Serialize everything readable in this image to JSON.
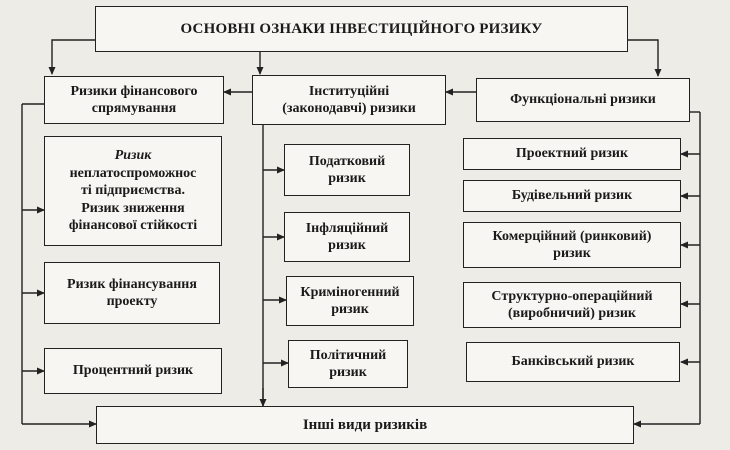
{
  "title": "ОСНОВНІ ОЗНАКИ ІНВЕСТИЦІЙНОГО РИЗИКУ",
  "groups": {
    "financial": {
      "line1": "Ризики фінансового",
      "line2": "спрямування"
    },
    "institutional": {
      "line1": "Інституційні",
      "line2": "(законодавчі) ризики"
    },
    "functional": "Функціональні ризики"
  },
  "financial_items": {
    "insolvency": {
      "line1": "Ризик",
      "line2": "неплатоспроможнос",
      "line3": "ті підприємства.",
      "line4": "Ризик зниження",
      "line5": "фінансової стійкості"
    },
    "project_financing": {
      "line1": "Ризик фінансування",
      "line2": "проекту"
    },
    "interest": "Процентний ризик"
  },
  "institutional_items": {
    "tax": {
      "line1": "Податковий",
      "line2": "ризик"
    },
    "inflation": {
      "line1": "Інфляційний",
      "line2": "ризик"
    },
    "criminogenic": {
      "line1": "Криміногенний",
      "line2": "ризик"
    },
    "political": {
      "line1": "Політичний",
      "line2": "ризик"
    }
  },
  "functional_items": {
    "project": "Проектний ризик",
    "construction": "Будівельний ризик",
    "commercial": {
      "line1": "Комерційний (ринковий)",
      "line2": "ризик"
    },
    "structural": {
      "line1": "Структурно-операційний",
      "line2": "(виробничий) ризик"
    },
    "banking": "Банківський ризик"
  },
  "other": "Інші види ризиків",
  "colors": {
    "line": "#222222",
    "box_fill": "#f7f6f2",
    "background": "#eeece6"
  }
}
